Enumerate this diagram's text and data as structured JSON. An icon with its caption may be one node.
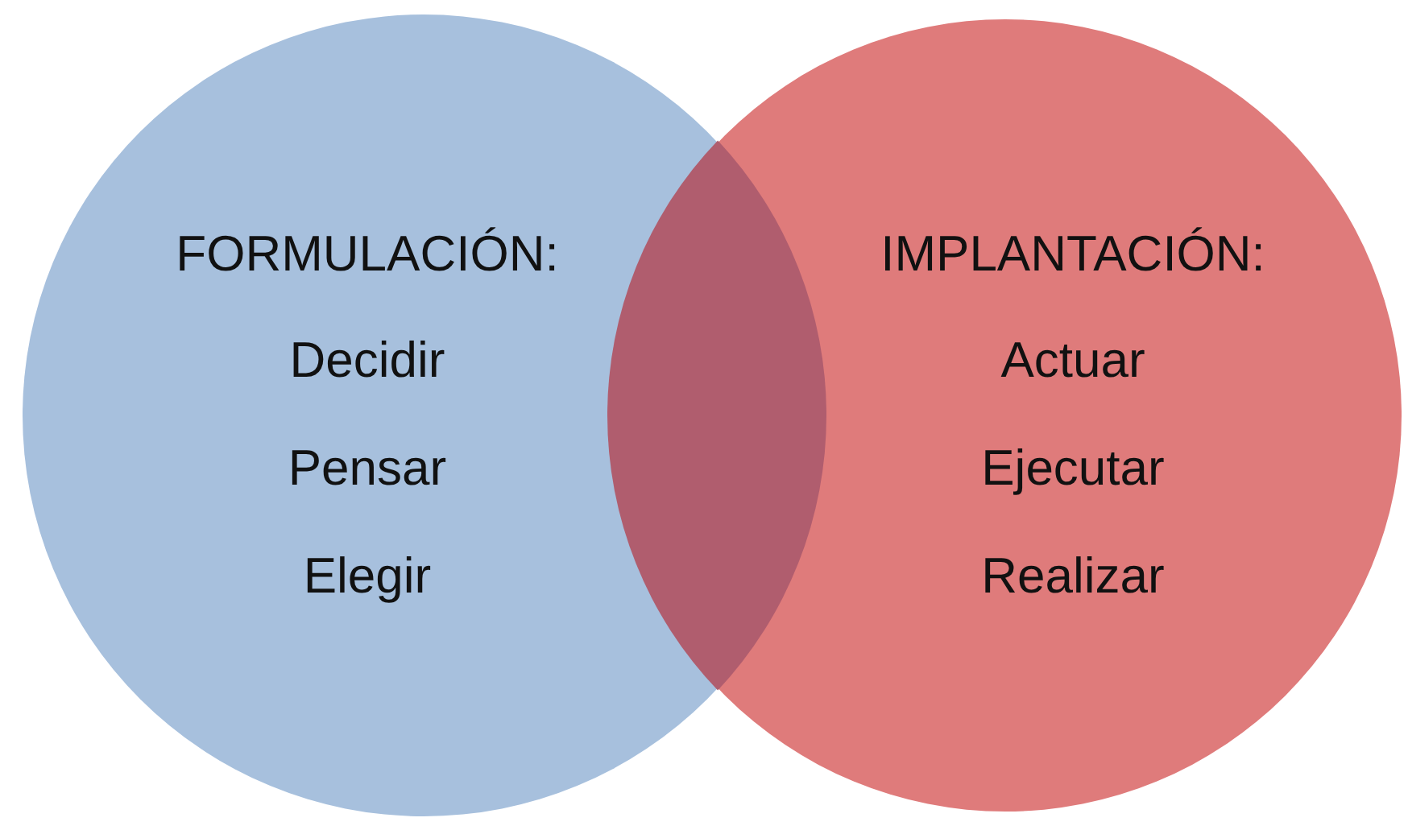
{
  "diagram": {
    "nodes": [
      {
        "text": [
          "FORMULACIÓN:",
          "Decidir",
          "Pensar",
          "Elegir"
        ]
      },
      {
        "text": [
          "IMPLANTACIÓN:",
          "Actuar",
          "Ejecutar",
          "Realizar"
        ]
      }
    ]
  }
}
